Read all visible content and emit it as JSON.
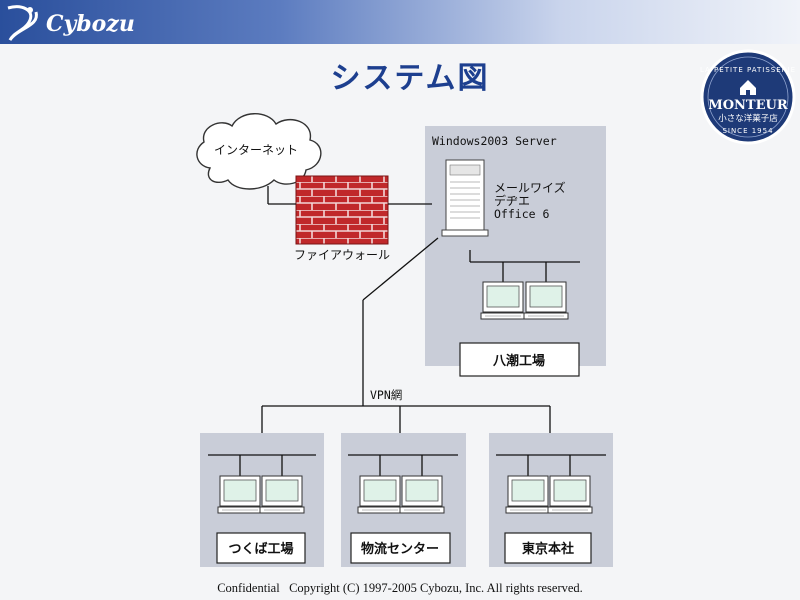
{
  "header": {
    "logo_text": "Cybozu"
  },
  "title": "システム図",
  "badge": {
    "top_text": "LA PETITE PATISSERIE",
    "name": "MONTEUR",
    "subtitle": "小さな洋菓子店",
    "since": "SINCE 1954"
  },
  "diagram": {
    "internet_label": "インターネット",
    "firewall_label": "ファイアウォール",
    "server_title": "Windows2003 Server",
    "server_software": [
      "メールワイズ",
      "デヂエ",
      "Office 6"
    ],
    "vpn_label": "VPN網",
    "sites": {
      "main": "八潮工場",
      "site1": "つくば工場",
      "site2": "物流センター",
      "site3": "東京本社"
    }
  },
  "footer": "Confidential   Copyright (C) 1997-2005 Cybozu, Inc. All rights reserved.",
  "colors": {
    "header_bar": "#2a4f9c",
    "title": "#1d3f8f",
    "panel": "#c9cdd8",
    "brick": "#c0282a",
    "badge": "#1e3a78",
    "screen": "#dff2e8"
  }
}
